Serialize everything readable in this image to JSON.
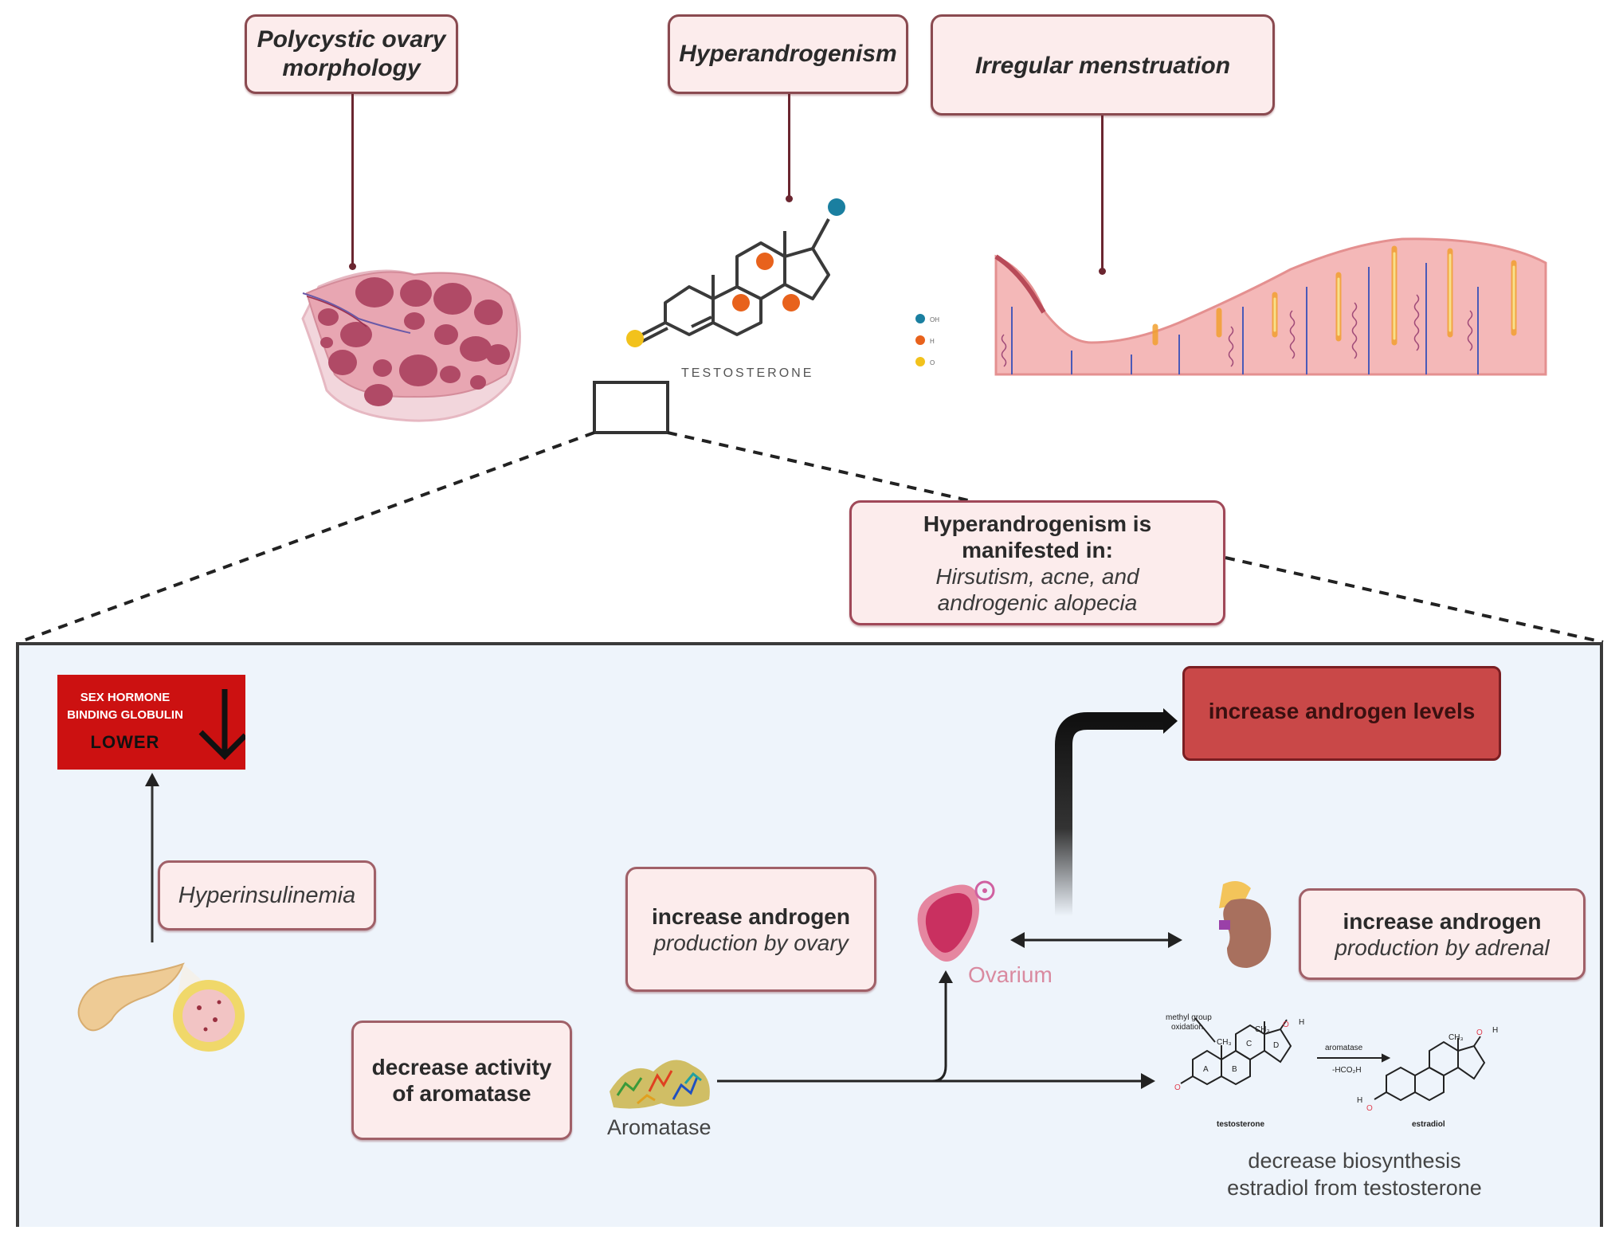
{
  "top_boxes": {
    "polycystic": {
      "line1": "Polycystic ovary",
      "line2": "morphology"
    },
    "hyperandrogenism": "Hyperandrogenism",
    "irregular": "Irregular menstruation"
  },
  "molecule": {
    "name": "TESTOSTERONE",
    "legend": [
      {
        "label": "OH",
        "color": "#1a7fa0"
      },
      {
        "label": "H",
        "color": "#e8621c"
      },
      {
        "label": "O",
        "color": "#f2c21c"
      }
    ]
  },
  "manifested": {
    "title1": "Hyperandrogenism is",
    "title2": "manifested in:",
    "items1": "Hirsutism, acne, and",
    "items2": "androgenic alopecia"
  },
  "panel": {
    "shbg": {
      "line1": "SEX HORMONE",
      "line2": "BINDING GLOBULIN",
      "status": "LOWER"
    },
    "hyperinsulinemia": "Hyperinsulinemia",
    "ovary_box": {
      "bold": "increase androgen",
      "italic": "production by ovary"
    },
    "ovarium_label": "Ovarium",
    "levels_box": "increase androgen levels",
    "adrenal_box": {
      "bold": "increase androgen",
      "italic": "production by adrenal"
    },
    "aromatase_box": {
      "line1": "decrease activity",
      "line2": "of aromatase"
    },
    "aromatase_label": "Aromatase",
    "reaction": {
      "annotation1": "methyl group",
      "annotation2": "oxidation",
      "enzyme": "aromatase",
      "byproduct": "-HCO₂H",
      "substrate": "testosterone",
      "product": "estradiol",
      "rings": [
        "A",
        "B",
        "C",
        "D"
      ],
      "methyl": "CH₃",
      "ch": "CH₃",
      "oxygen": "O",
      "hydrogen": "H"
    },
    "biosynthesis": {
      "line1": "decrease biosynthesis",
      "line2": "estradiol from testosterone"
    }
  },
  "colors": {
    "box_fill": "#fcecec",
    "box_border": "#8a4a50",
    "panel_bg": "#eef4fb",
    "shbg_red": "#cc1111",
    "levels_red": "#c94848",
    "ovarium_pink": "#d98aa0"
  }
}
